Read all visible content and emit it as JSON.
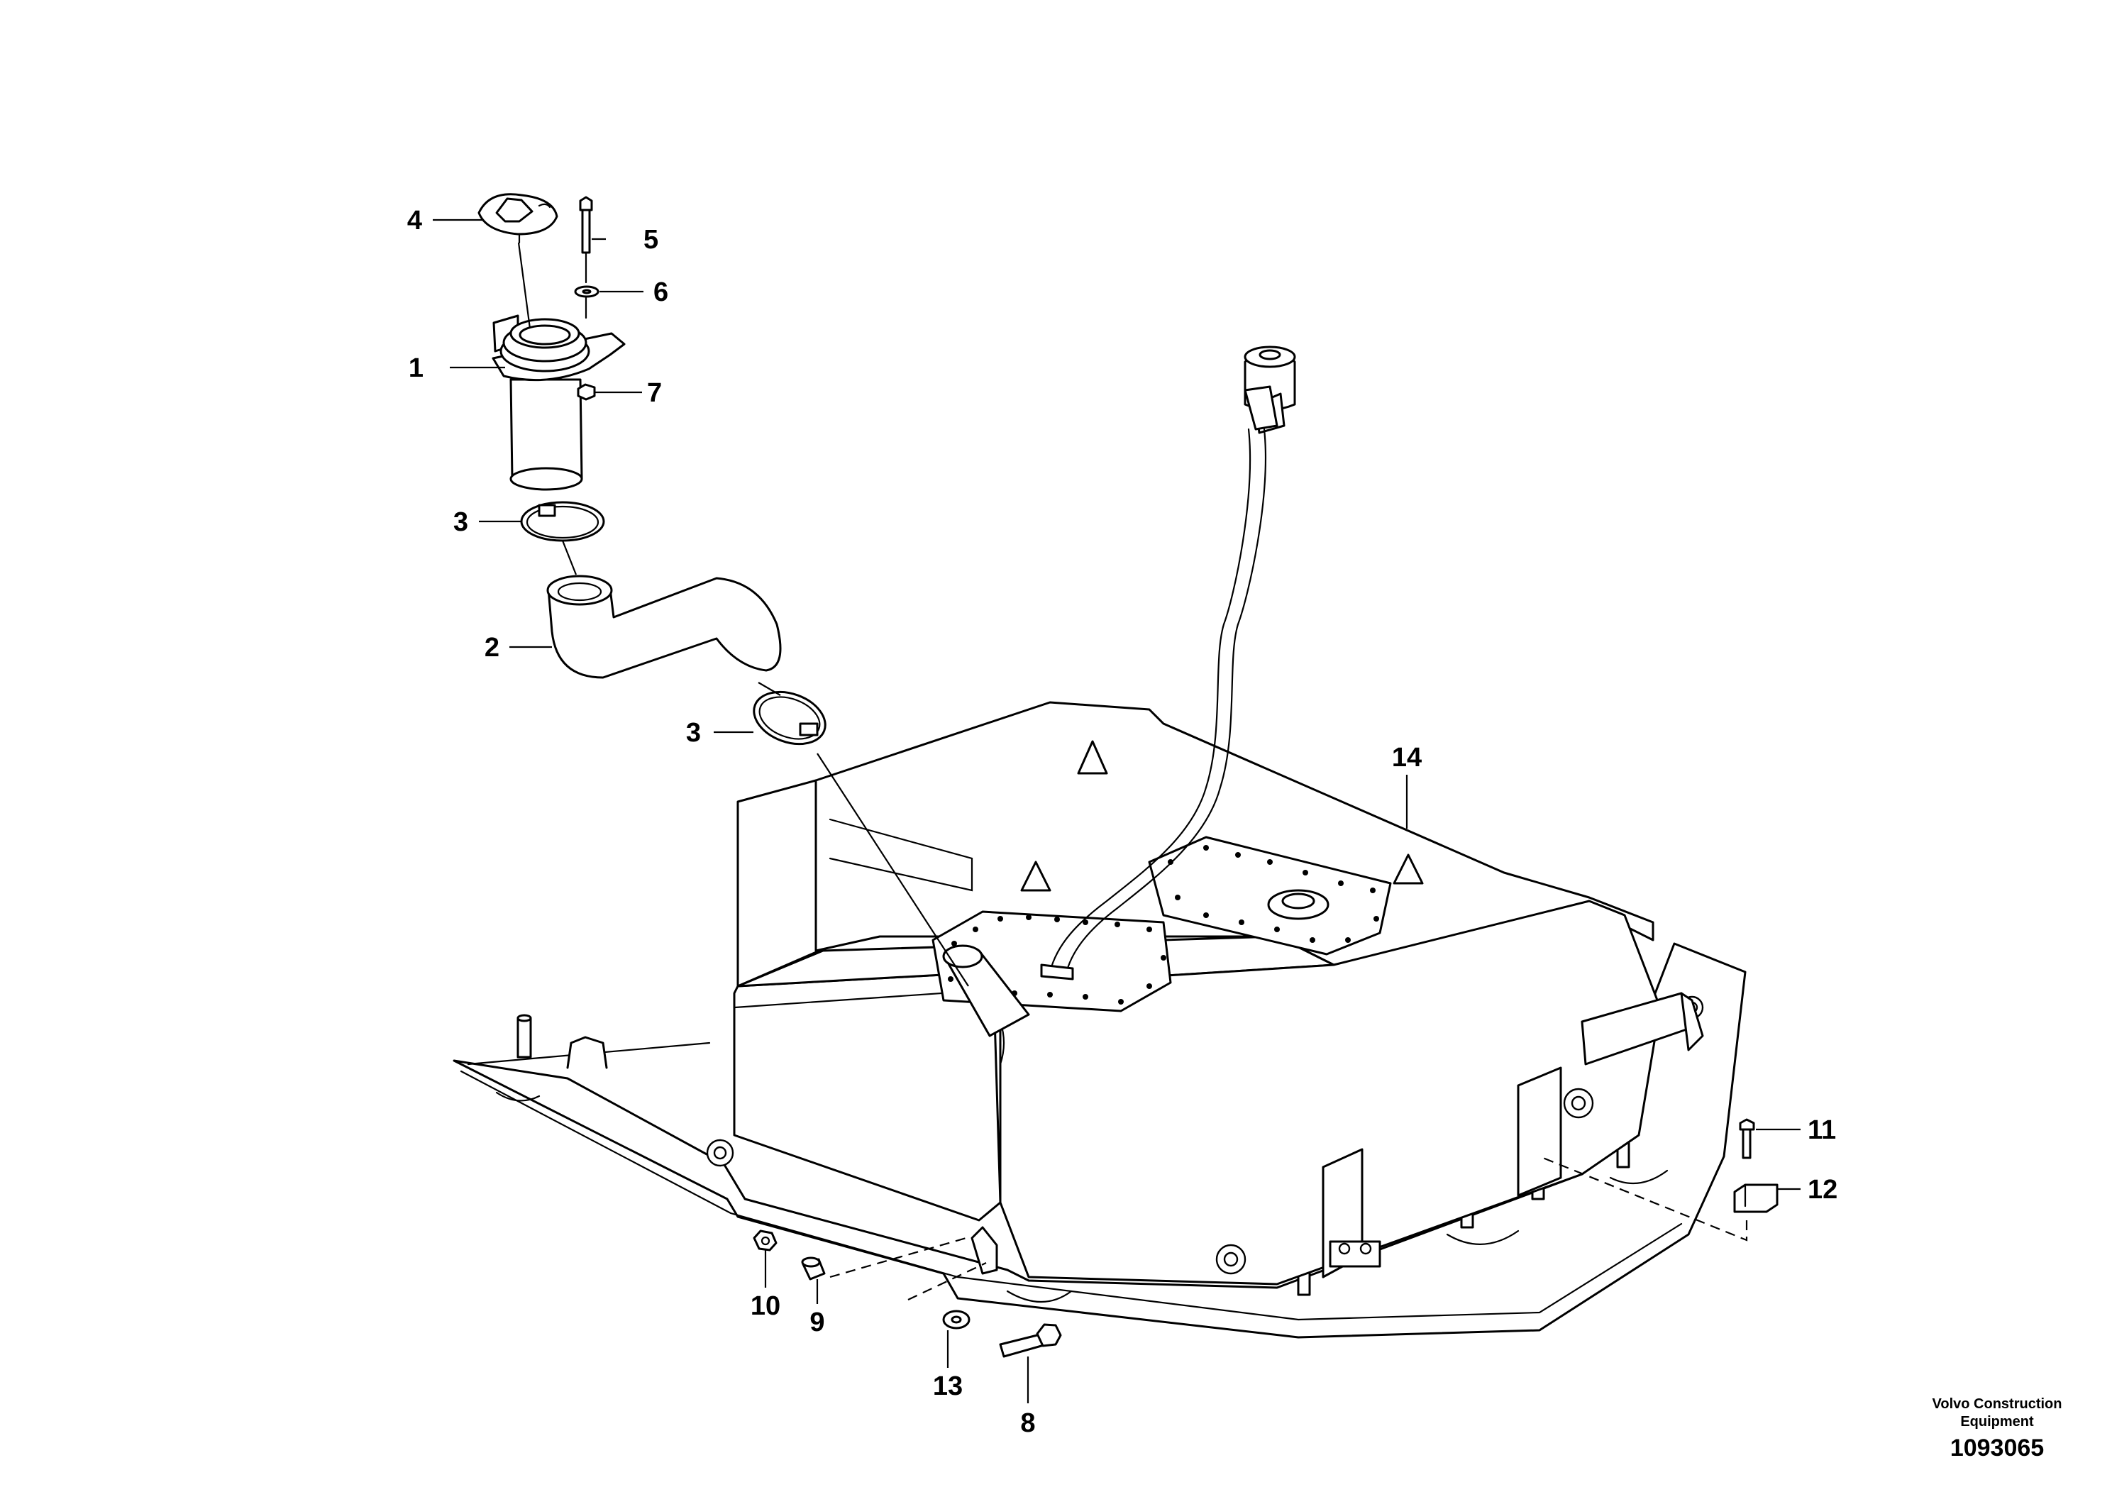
{
  "callouts": {
    "c1": "1",
    "c2": "2",
    "c3a": "3",
    "c3b": "3",
    "c4": "4",
    "c5": "5",
    "c6": "6",
    "c7": "7",
    "c8": "8",
    "c9": "9",
    "c10": "10",
    "c11": "11",
    "c12": "12",
    "c13": "13",
    "c14": "14"
  },
  "footer": {
    "brand_line1": "Volvo Construction",
    "brand_line2": "Equipment",
    "document_number": "1093065"
  }
}
